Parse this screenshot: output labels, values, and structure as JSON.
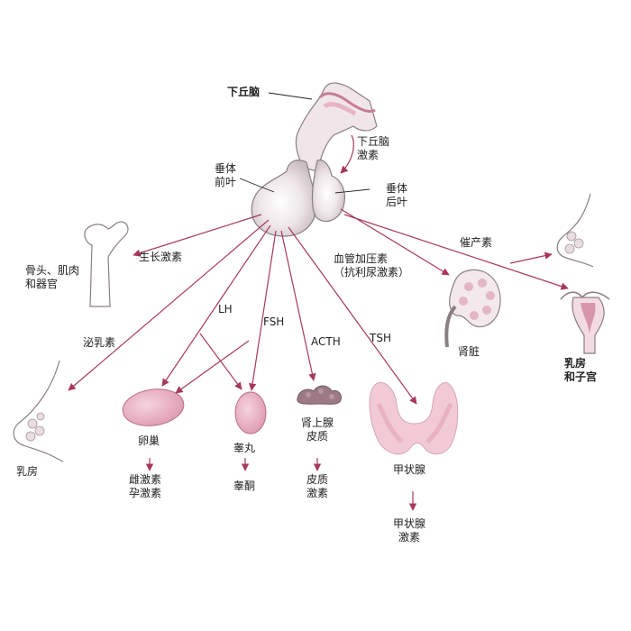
{
  "labels": {
    "hypothalamus": "下丘脑",
    "hypothalamic_hormone": "下丘脑\n激素",
    "anterior_pituitary": "垂体\n前叶",
    "posterior_pituitary": "垂体\n后叶",
    "growth_hormone": "生长激素",
    "bone_muscle": "骨头、肌肉\n和器官",
    "prolactin": "泌乳素",
    "breast_left": "乳房",
    "lh": "LH",
    "fsh": "FSH",
    "acth": "ACTH",
    "tsh": "TSH",
    "vasopressin": "血管加压素\n（抗利尿激素）",
    "oxytocin": "催产素",
    "kidney": "肾脏",
    "breast_uterus": "乳房\n和子宫",
    "ovary": "卵巢",
    "estrogen_progesterone": "雌激素\n孕激素",
    "testis": "睾丸",
    "testosterone": "睾酮",
    "adrenal_cortex": "肾上腺\n皮质",
    "corticosteroid": "皮质\n激素",
    "thyroid": "甲状腺",
    "thyroid_hormone": "甲状腺\n激素"
  },
  "colors": {
    "arrow": "#a8385a",
    "organ_fill": "#ece3e6",
    "organ_stroke": "#8a7f83",
    "pink": "#e8b4c3",
    "pink_dark": "#c87c96",
    "adrenal": "#9b7a85",
    "thyroid": "#f1cad6"
  }
}
